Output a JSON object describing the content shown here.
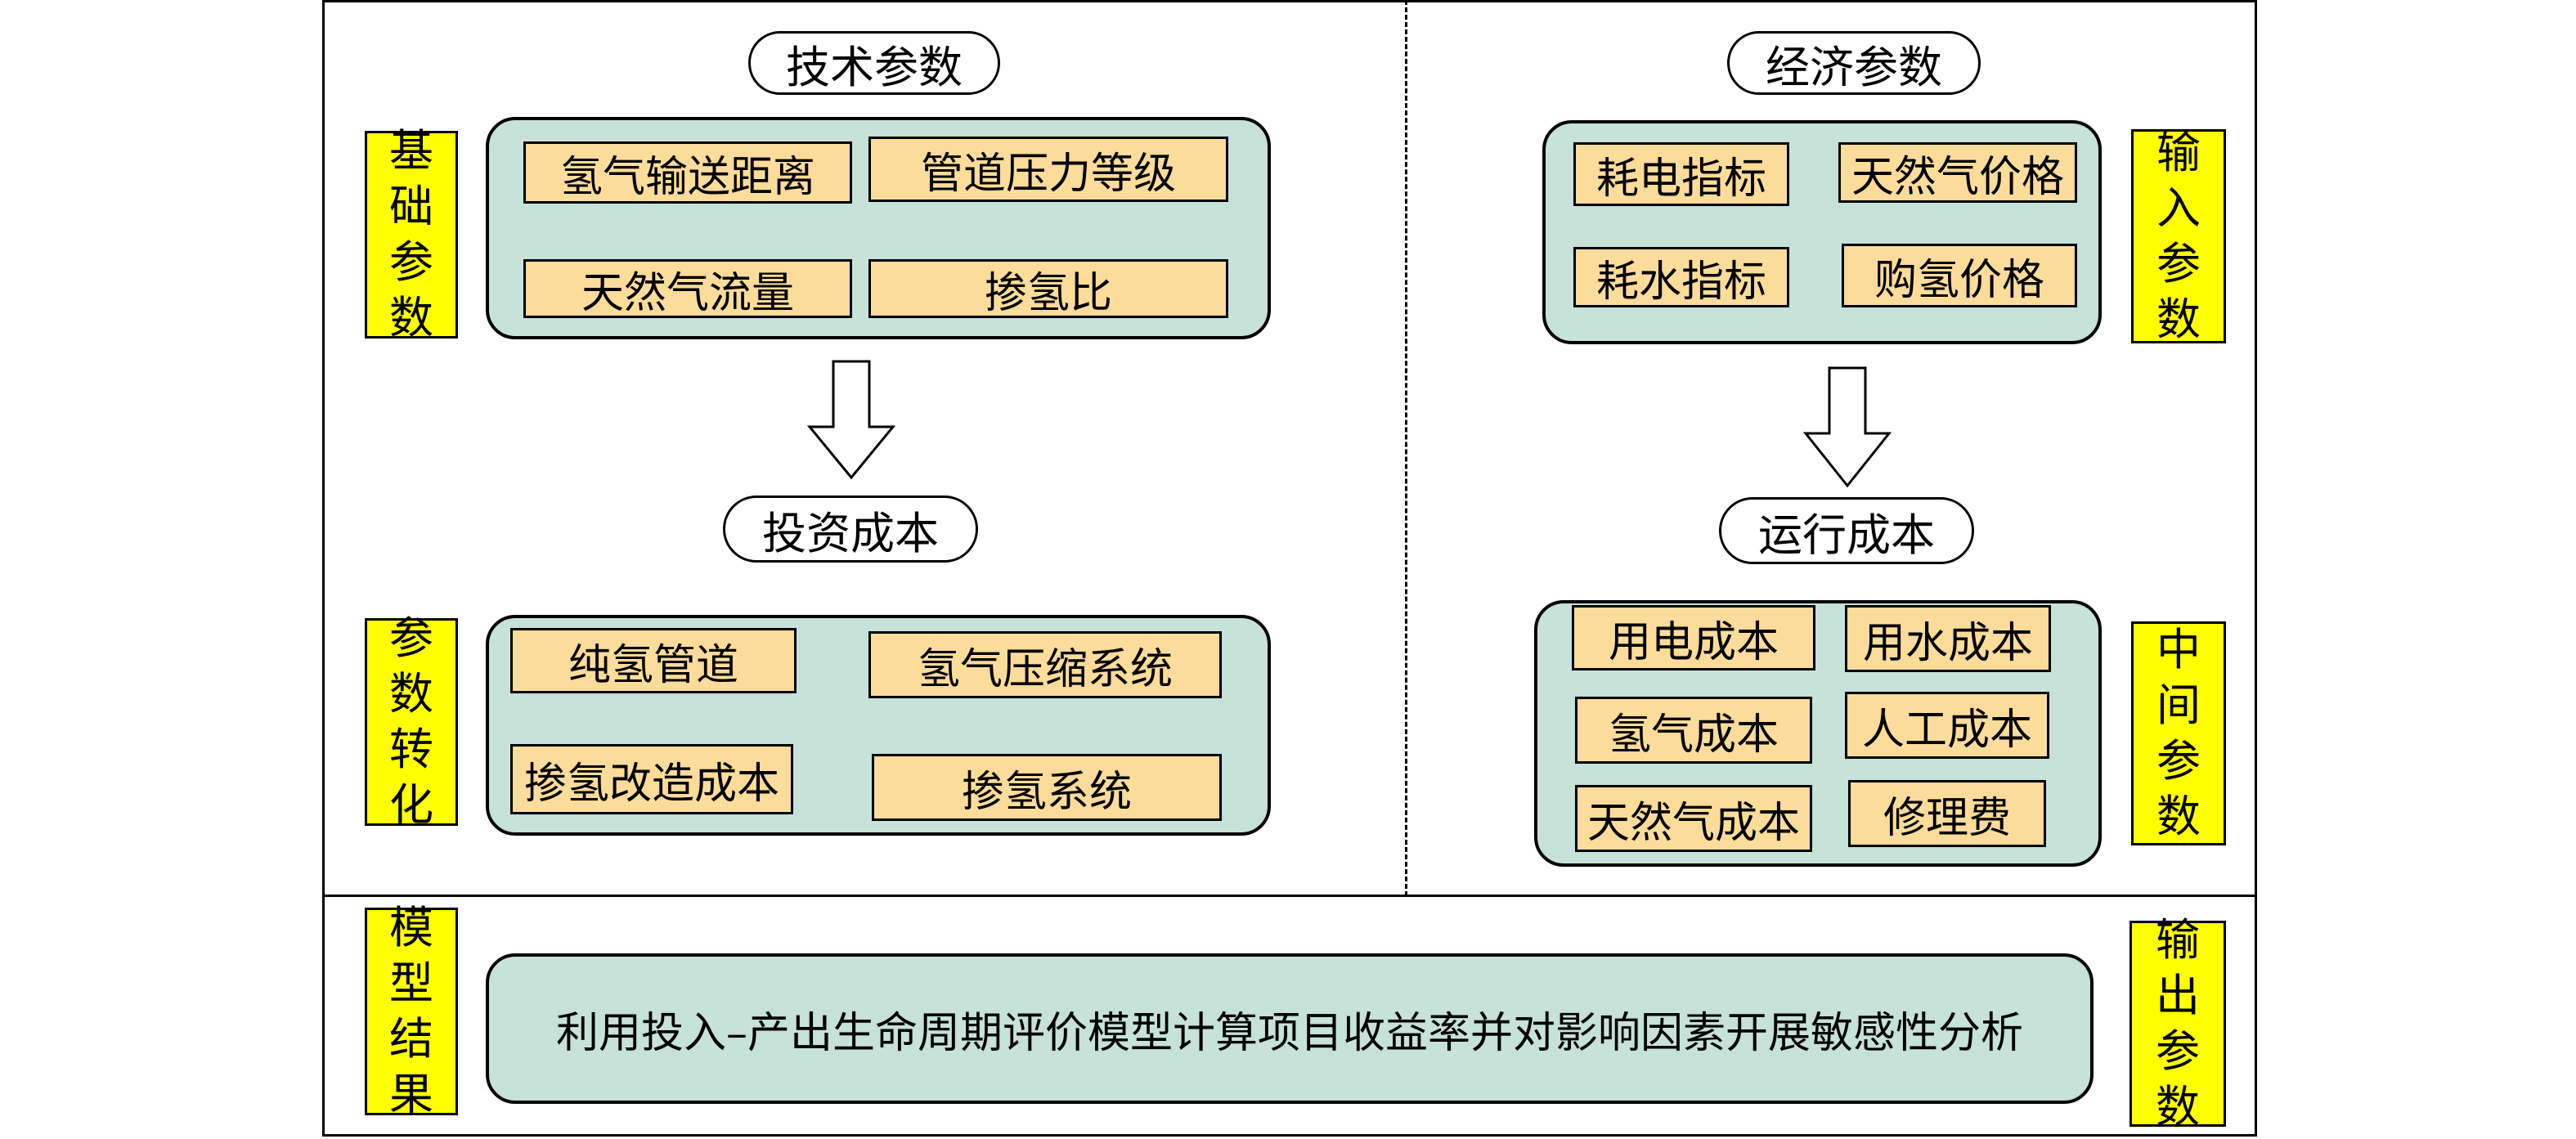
{
  "technical": {
    "title": "技术参数",
    "items": [
      "氢气输送距离",
      "管道压力等级",
      "天然气流量",
      "掺氢比"
    ]
  },
  "investment": {
    "title": "投资成本",
    "items": [
      "纯氢管道",
      "氢气压缩系统",
      "掺氢改造成本",
      "掺氢系统"
    ]
  },
  "economic": {
    "title": "经济参数",
    "items": [
      "耗电指标",
      "天然气价格",
      "耗水指标",
      "购氢价格"
    ]
  },
  "operating": {
    "title": "运行成本",
    "items": [
      "用电成本",
      "用水成本",
      "氢气成本",
      "人工成本",
      "天然气成本",
      "修理费"
    ]
  },
  "tags": {
    "basic": "基础参数",
    "conversion": "参数转化",
    "input": "输入参数",
    "intermediate": "中间参数",
    "model_result": "模型结果",
    "output": "输出参数"
  },
  "result_text": "利用投入–产出生命周期评价模型计算项目收益率并对影响因素开展敏感性分析",
  "colors": {
    "panel_fill": "#c6e2d9",
    "cell_fill": "#fcdc9a",
    "tag_fill": "#ffff00"
  }
}
